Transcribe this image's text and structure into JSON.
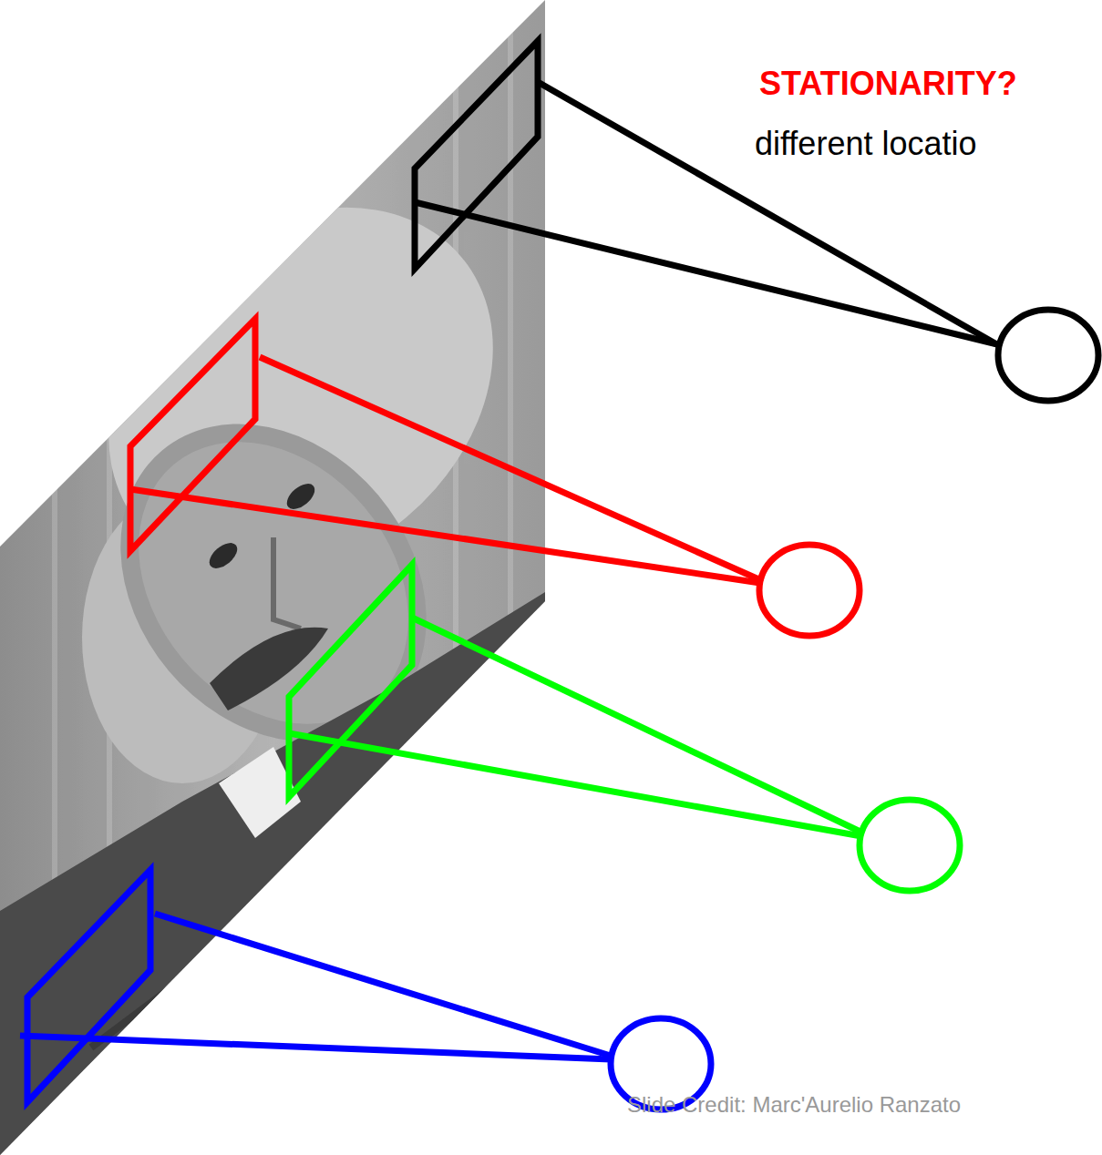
{
  "diagram": {
    "labels": [
      "STATIONARITY?",
      "different locatio",
      "Slide Credit: Marc'Aurelio Ranzato"
    ]
  }
}
